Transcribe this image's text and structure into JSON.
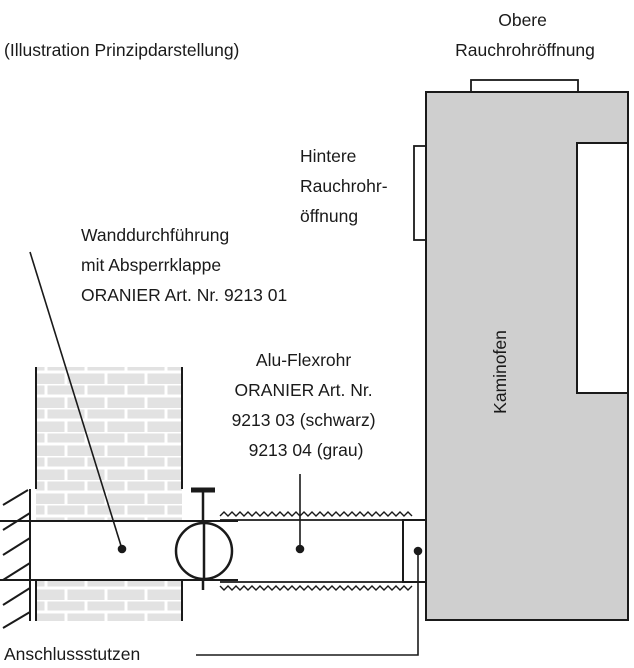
{
  "caption": "(Illustration Prinzipdarstellung)",
  "labels": {
    "upper_opening": [
      "Obere",
      "Rauchrohröffnung"
    ],
    "rear_opening": [
      "Hintere",
      "Rauchrohr-",
      "öffnung"
    ],
    "wall_passage": [
      "Wanddurchführung",
      "mit Absperrklappe",
      "ORANIER Art. Nr. 9213 01"
    ],
    "flex_pipe": [
      "Alu-Flexrohr",
      "ORANIER Art. Nr.",
      "9213 03 (schwarz)",
      "9213 04 (grau)"
    ],
    "stove": "Kaminofen",
    "connector": "Anschlussstutzen"
  },
  "colors": {
    "stove_fill": "#cfcfcf",
    "brick_fill": "#e2e2e2",
    "line": "#1a1a1a",
    "background": "#ffffff"
  }
}
